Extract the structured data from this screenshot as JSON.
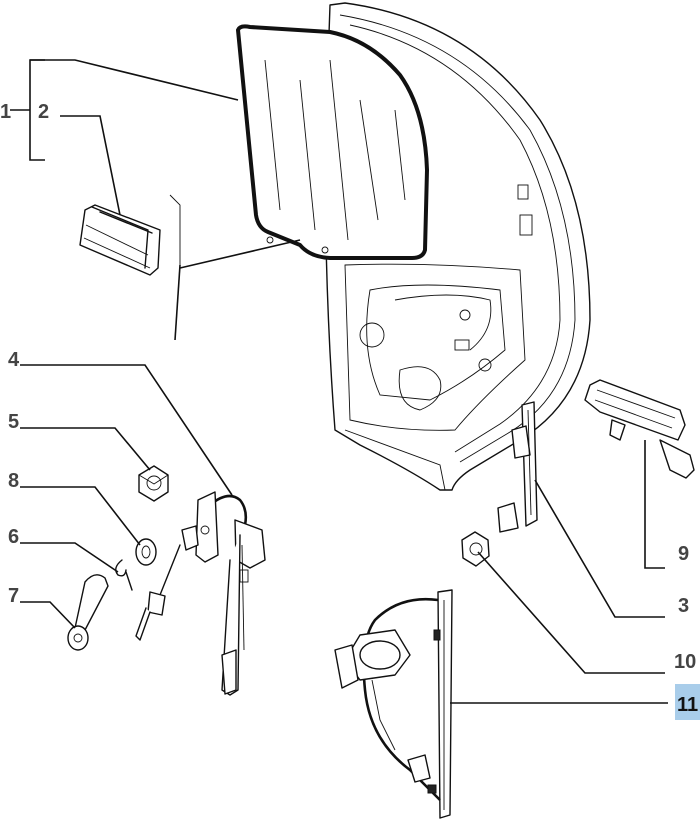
{
  "labels": {
    "p1": "1",
    "p2": "2",
    "p3": "3",
    "p4": "4",
    "p5": "5",
    "p6": "6",
    "p7": "7",
    "p8": "8",
    "p9": "9",
    "p10": "10",
    "p11": "11"
  },
  "colors": {
    "line": "#111111",
    "label_text": "#444444",
    "highlight_bg": "#a9cdea",
    "background": "#ffffff"
  },
  "highlighted_part": "11"
}
